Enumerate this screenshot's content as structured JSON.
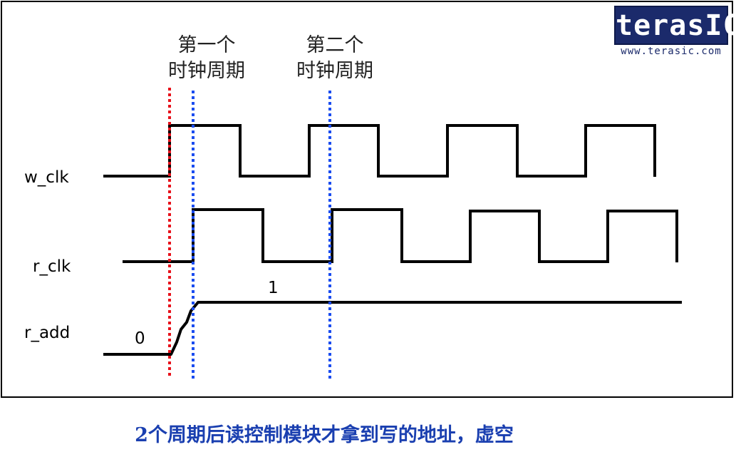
{
  "logo": {
    "brand": "terasIC",
    "url": "www.terasic.com"
  },
  "annotations": {
    "first_period_line1": "第一个",
    "first_period_line2": "时钟周期",
    "second_period_line1": "第二个",
    "second_period_line2": "时钟周期"
  },
  "signals": {
    "w_clk": "w_clk",
    "r_clk": "r_clk",
    "r_add": "r_add"
  },
  "values": {
    "r_add_before": "0",
    "r_add_after": "1"
  },
  "caption": "2个周期后读控制模块才拿到写的地址，虚空",
  "colors": {
    "red_marker": "#e8111a",
    "blue_marker": "#1a4cf0",
    "caption": "#1a3fb0",
    "logo_bg": "#1b2a6b"
  }
}
